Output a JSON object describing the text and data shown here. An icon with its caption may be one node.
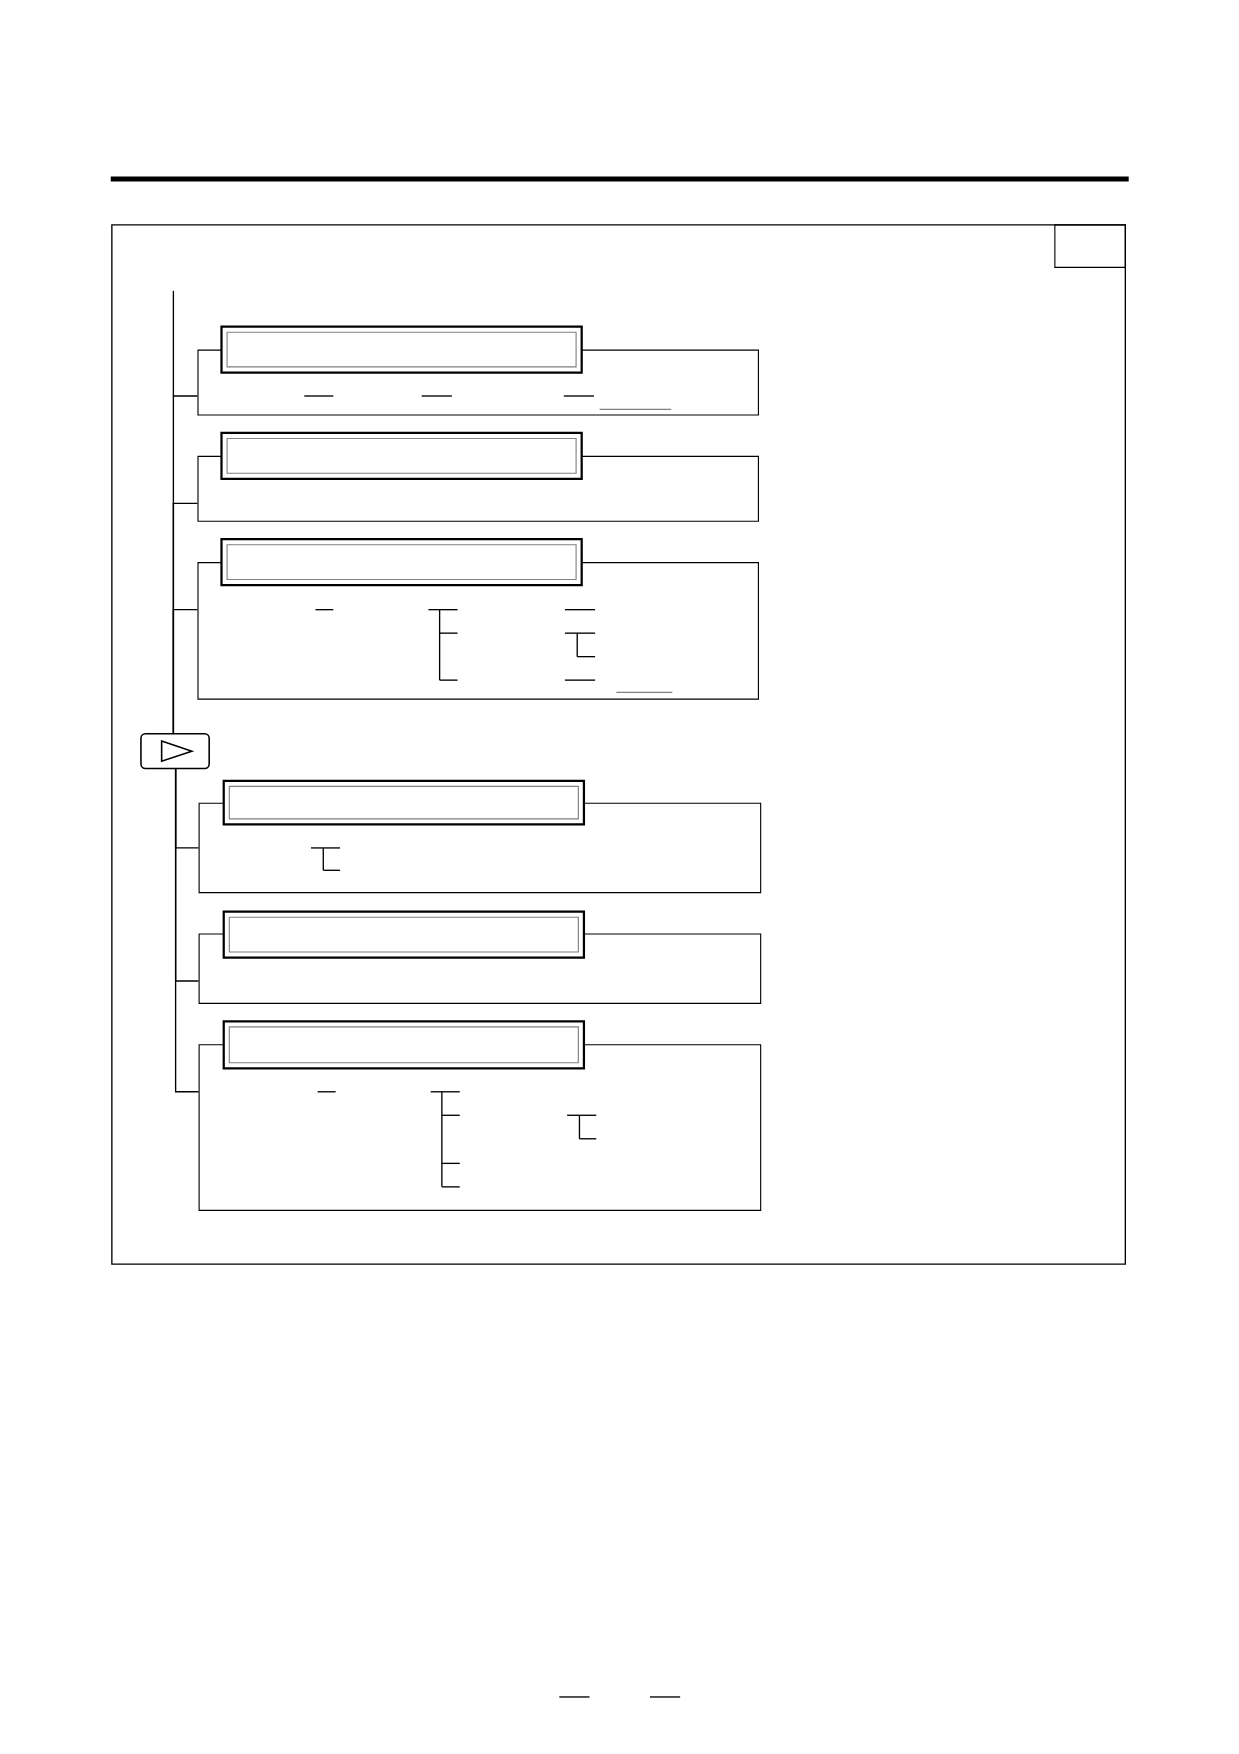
{
  "diagram": {
    "nodes": [
      {
        "text": [],
        "shape": "bar"
      },
      {
        "text": [],
        "shape": "box"
      },
      {
        "text": [],
        "shape": "bar"
      },
      {
        "text": [],
        "shape": "box"
      },
      {
        "text": [],
        "shape": "bar"
      },
      {
        "text": [],
        "shape": "box"
      },
      {
        "text": [],
        "shape": "key"
      },
      {
        "text": [],
        "shape": "bar"
      },
      {
        "text": [],
        "shape": "box"
      },
      {
        "text": [],
        "shape": "bar"
      },
      {
        "text": [],
        "shape": "box"
      },
      {
        "text": [],
        "shape": "bar"
      },
      {
        "text": [],
        "shape": "box"
      }
    ],
    "edges": [
      {
        "from": 6,
        "to": 1,
        "arrow": "none"
      },
      {
        "from": 6,
        "to": 3,
        "arrow": "none"
      },
      {
        "from": 6,
        "to": 5,
        "arrow": "none"
      },
      {
        "from": 6,
        "to": 8,
        "arrow": "none"
      },
      {
        "from": 6,
        "to": 10,
        "arrow": "none"
      },
      {
        "from": 6,
        "to": 12,
        "arrow": "none"
      }
    ]
  }
}
